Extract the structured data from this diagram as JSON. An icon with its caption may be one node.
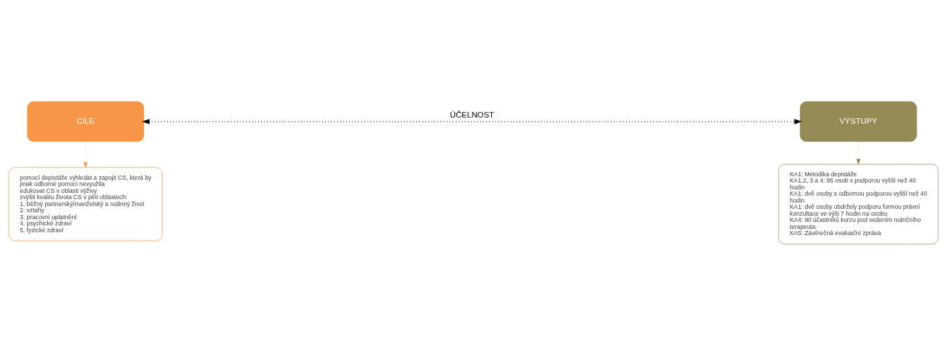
{
  "diagram": {
    "nodes": [
      {
        "text": [
          "CÍLE"
        ]
      },
      {
        "text": [
          "VÝSTUPY"
        ]
      },
      {
        "text": [
          "pomocí depistáže vyhledat a zapojit CS, která by jinak odborné pomoci nevyužila",
          "edukovat CS v oblasti výživy",
          "zvýšit kvalitu života CS v pěti oblastech:",
          "1. běžný partnerský/manželský a rodinný život",
          "2. vztahy",
          "3. pracovní uplatnění",
          "4. psychické zdraví",
          "5. fyzické zdraví"
        ]
      },
      {
        "text": [
          "KA1: Metodika depistáže",
          "KA1,2, 3 a 4: 86 osob s podporou vyšší než 40 hodin",
          "KA1: dvě osoby s odbornou podporou vyšší než 40 hodin",
          "KA1: dvě osoby obdržely podporu formou právní konzultace ve výši 7 hodin na osobu",
          "KA4: 90 účastníků kurzu pod vedením nutričního terapeuta",
          "KA5: Závěrečná evaluační zpráva"
        ]
      }
    ],
    "edges": [
      {
        "from": 0,
        "to": 1,
        "arrow": "both",
        "label": "ÚČELNOST",
        "style": "dashed",
        "color": "#000000"
      },
      {
        "from": 0,
        "to": 2,
        "arrow": "to",
        "style": "dashed",
        "color": "#f79646"
      },
      {
        "from": 1,
        "to": 3,
        "arrow": "to",
        "style": "dashed",
        "color": "#948a54"
      }
    ]
  }
}
